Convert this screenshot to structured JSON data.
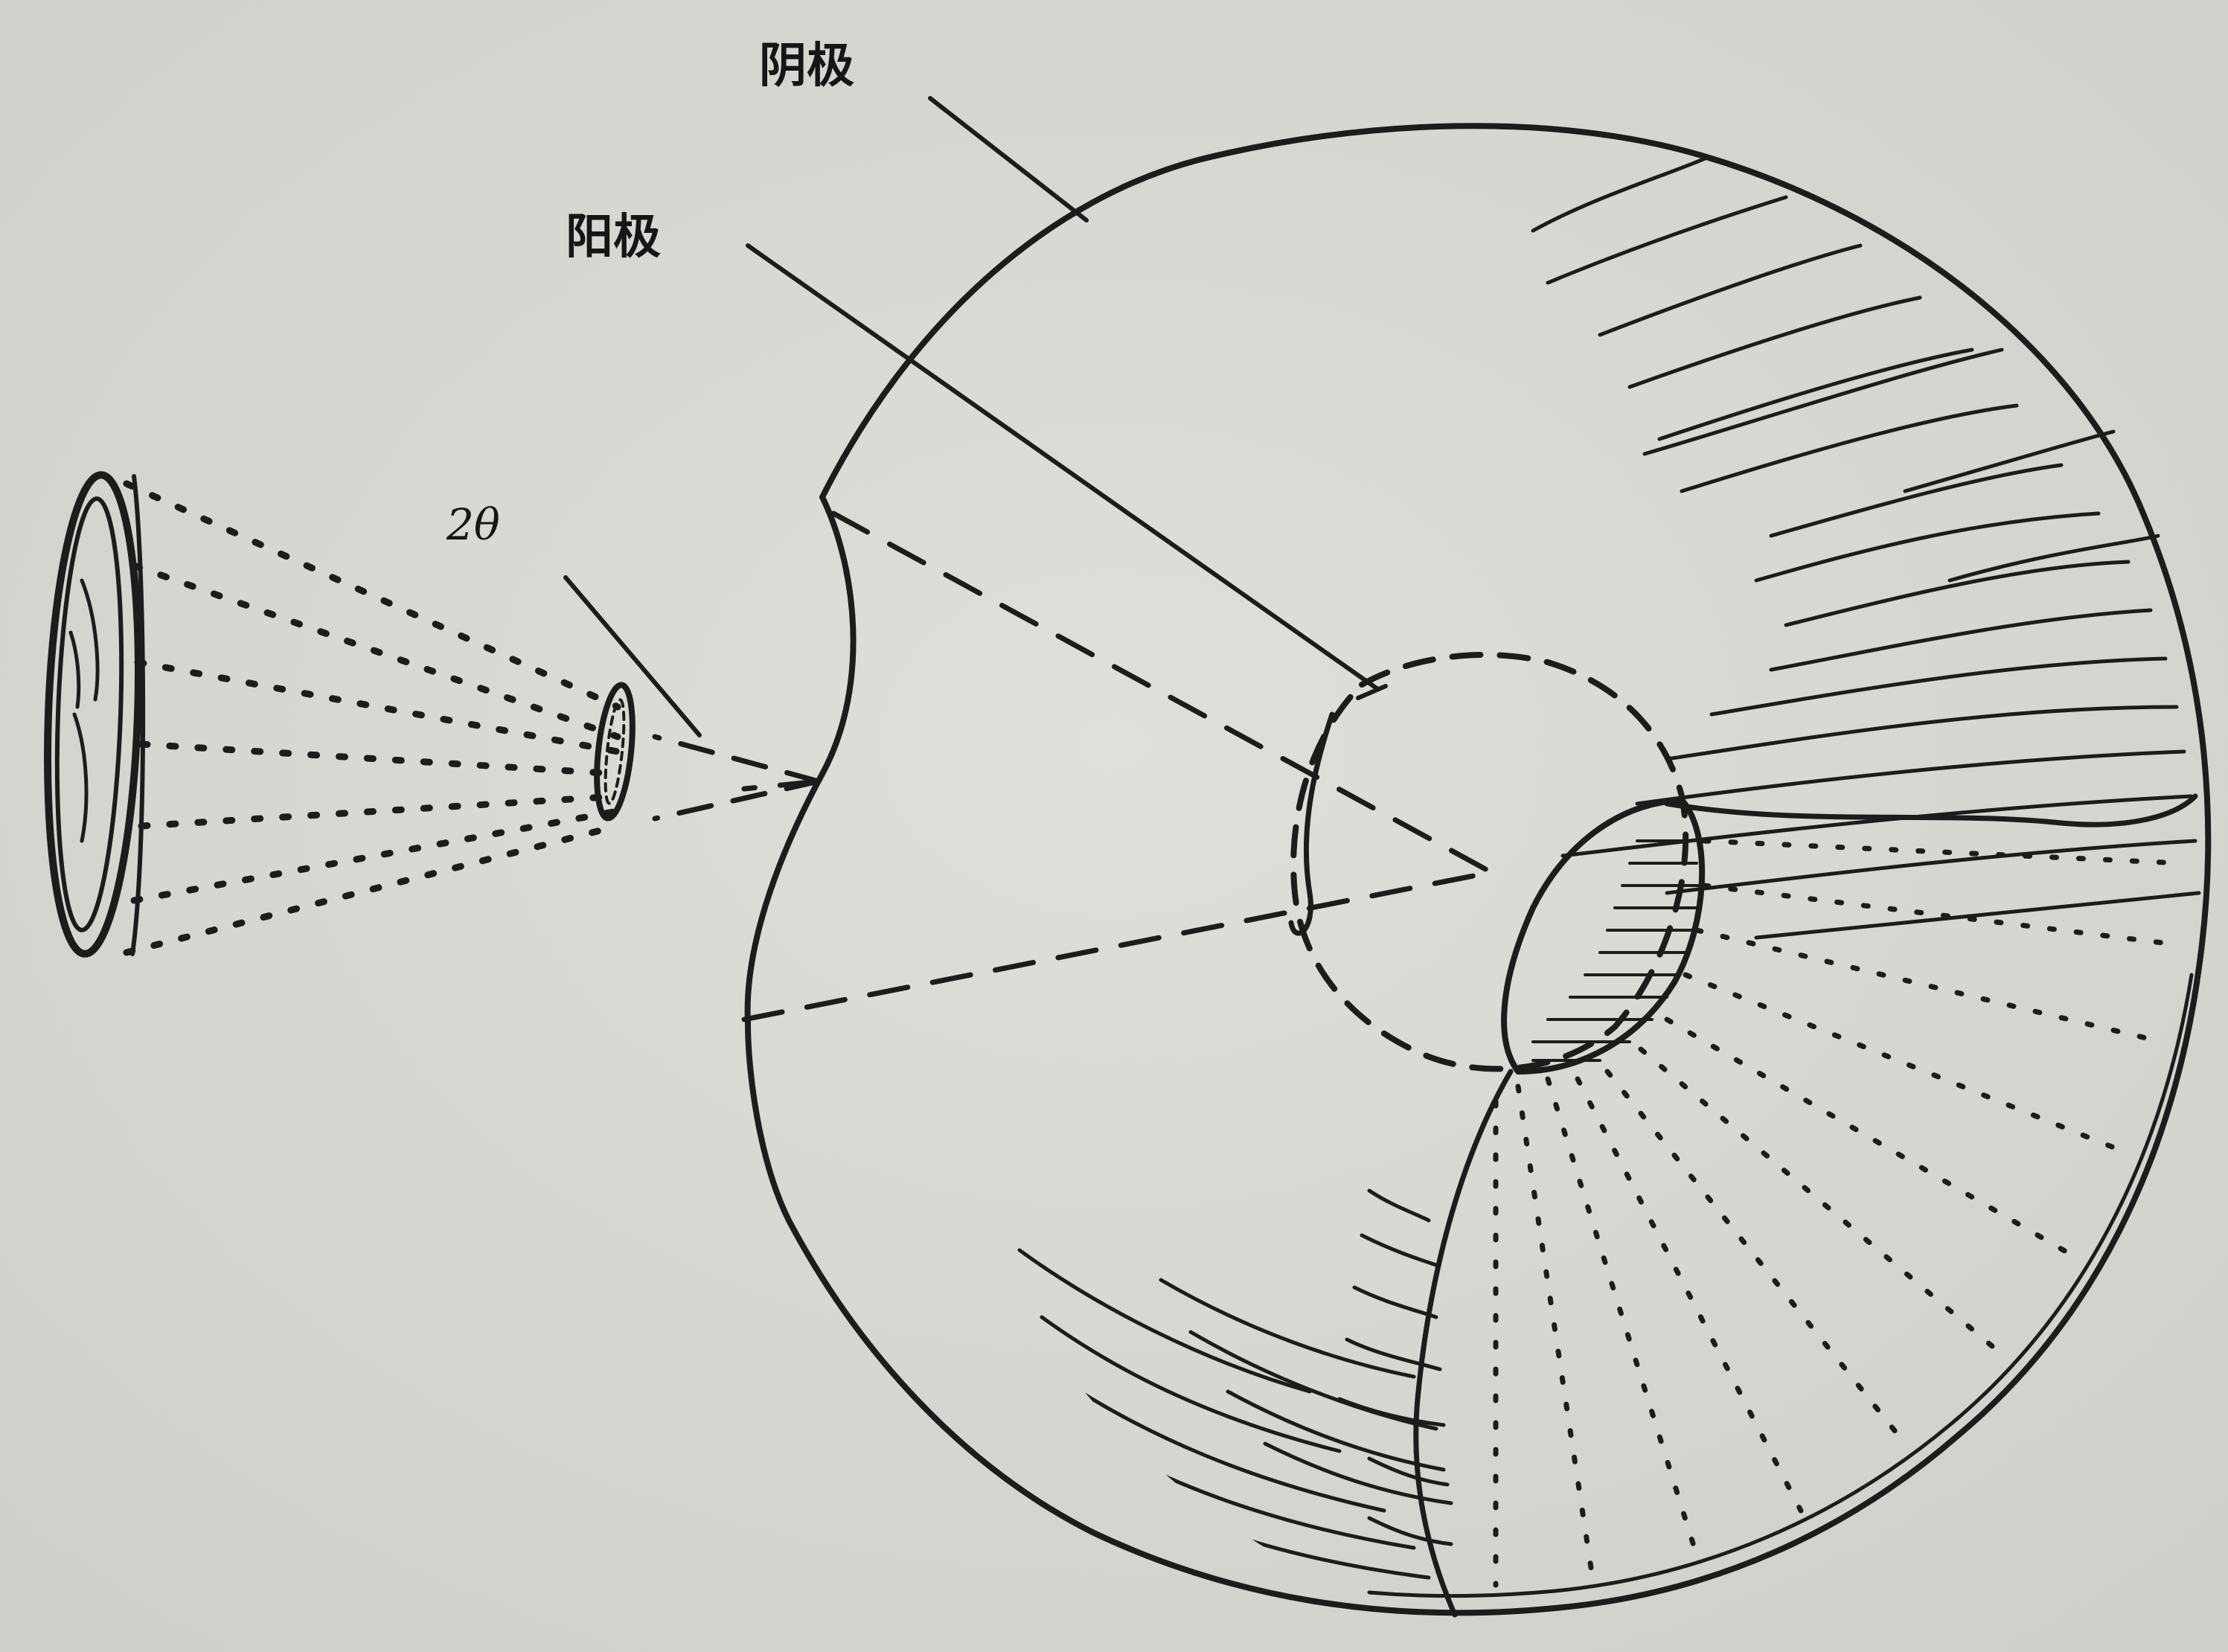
{
  "labels": {
    "cathode": "阴极",
    "anode": "阳极",
    "angle": "2θ"
  },
  "colors": {
    "paper": "#d9d8d3",
    "ink": "#1c1c1c"
  }
}
